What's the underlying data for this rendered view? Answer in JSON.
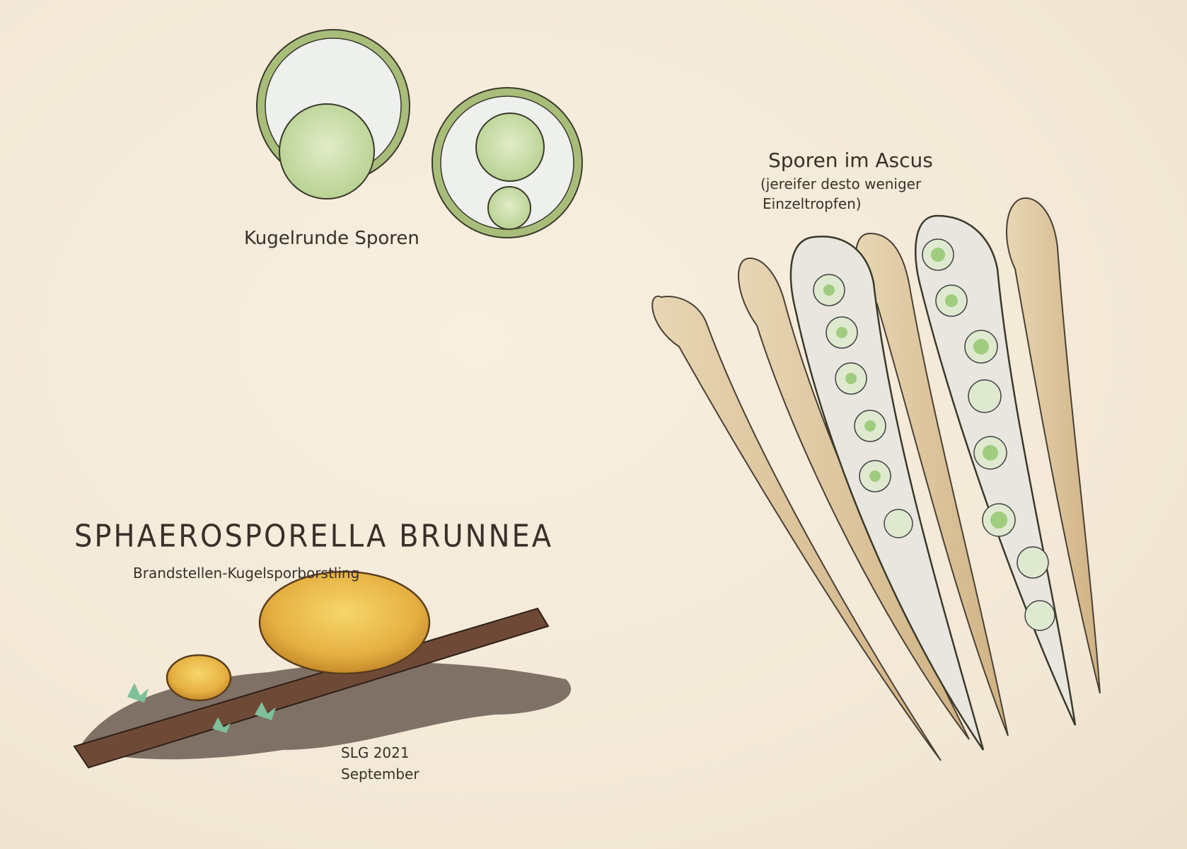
{
  "labels": {
    "spores_round": "Kugelrunde Sporen",
    "ascus_title": "Sporen im Ascus",
    "ascus_note_1": "(jereifer desto weniger",
    "ascus_note_2": "Einzeltropfen)",
    "species": "SPHAEROSPORELLA BRUNNEA",
    "common_name": "Brandstellen-Kugelsporborstling",
    "signature": "SLG 2021",
    "month": "September"
  },
  "colors": {
    "paper": "#f5ecdc",
    "spore_green": "#bcd59a",
    "ascus_tan": "#dcc6a0",
    "fungus_orange": "#e8b548",
    "ink": "#3a3028"
  }
}
